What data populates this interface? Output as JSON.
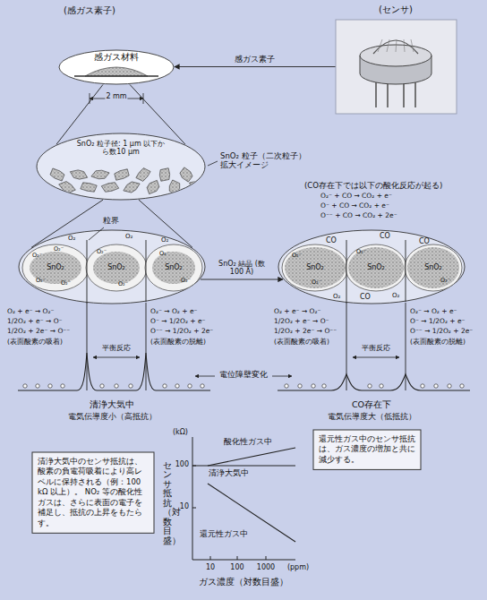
{
  "diagram": {
    "nodes": [
      {
        "text": [
          "感ガス材料"
        ]
      },
      {
        "text": [
          "(センサ)"
        ]
      },
      {
        "text": [
          "SnO₂ 粒子径: 1 μm 以下から数10 μm"
        ]
      },
      {
        "text": [
          "粒界",
          "SnO₂",
          "SnO₂",
          "SnO₂",
          "O₂",
          "O₂",
          "O₂",
          "O₂⁻",
          "O₂⁻",
          "O₂⁻",
          "O₂⁻",
          "O₂⁻",
          "O₂⁻",
          "O₂⁻",
          "O₂⁻"
        ]
      },
      {
        "text": [
          "SnO₂",
          "SnO₂",
          "SnO₂",
          "CO",
          "CO",
          "CO",
          "CO",
          "O₂",
          "O₂",
          "O₂⁻",
          "O₂⁻",
          "O₂⁻",
          "O₂⁻"
        ]
      },
      {
        "text": [
          "清浄大気中のセンサ抵抗は、酸素の負電荷吸着により高レベルに保持される（例：100 kΩ 以上）。 NO₂ 等の酸化性ガスは、さらに表面の電子を補足し、抵抗の上昇をもたらす。"
        ]
      },
      {
        "text": [
          "酸化性ガス中",
          "清浄大気中",
          "還元性ガス中"
        ]
      },
      {
        "text": [
          "還元性ガス中のセンサ抵抗は、ガス濃度の増加と共に減少する。"
        ]
      }
    ],
    "edges": [
      {
        "from": 1,
        "to": 0,
        "arrow": "to",
        "label": "感ガス素子"
      },
      {
        "from": 0,
        "to": 2,
        "arrow": "none"
      },
      {
        "from": 2,
        "to": 3,
        "arrow": "none"
      },
      {
        "from": 3,
        "to": 4,
        "arrow": "to",
        "label": "SnO₂ 結晶 (数100 Å)"
      }
    ],
    "labels": [
      "(感ガス素子)",
      "2 mm",
      "SnO₂ 粒子（二次粒子） 拡大イメージ",
      "(CO存在下では以下の酸化反応が起る)",
      "O₂⁻ + CO → CO₂ + e⁻",
      "O⁻ + CO → CO₂ + e⁻",
      "O⁻⁻ + CO → CO₂ + 2e⁻",
      "O₂ + e⁻ → O₂⁻",
      "1/2O₂ + e⁻ → O⁻",
      "1/2O₂ + 2e⁻ → O⁻⁻",
      "(表面酸素の吸着)",
      "O₂⁻ → O₂ + e⁻",
      "O⁻ → 1/2O₂ + e⁻",
      "O⁻⁻ → 1/2O₂ + 2e⁻",
      "(表面酸素の脱離)",
      "O₂ + e⁻ → O₂⁻",
      "1/2O₂ + e⁻ → O⁻",
      "1/2O₂ + 2e⁻ → O⁻⁻",
      "(表面酸素の吸着)",
      "O₂⁻ → O₂ + e⁻",
      "O⁻ → 1/2O₂ + e⁻",
      "O⁻⁻ → 1/2O₂ + 2e⁻",
      "(表面酸素の脱離)",
      "平衡反応",
      "平衡反応",
      "電位障壁変化",
      "清浄大気中",
      "電気伝導度小（高抵抗）",
      "CO存在下",
      "電気伝導度大（低抵抗）",
      "(kΩ)",
      "100",
      "10",
      "センサ抵抗（対数目盛）",
      "10",
      "100",
      "1000",
      "(ppm)",
      "ガス濃度（対数目盛）"
    ]
  }
}
